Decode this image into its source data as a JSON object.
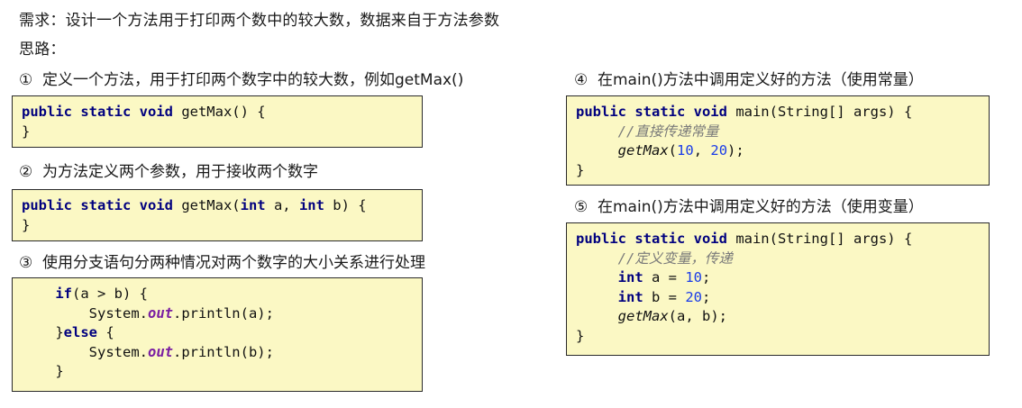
{
  "requirement": "需求：设计一个方法用于打印两个数中的较大数，数据来自于方法参数",
  "approach_label": "思路：",
  "steps": [
    {
      "num": "①",
      "text": "定义一个方法，用于打印两个数字中的较大数，例如getMax()"
    },
    {
      "num": "②",
      "text": "为方法定义两个参数，用于接收两个数字"
    },
    {
      "num": "③",
      "text": "使用分支语句分两种情况对两个数字的大小关系进行处理"
    },
    {
      "num": "④",
      "text": "在main()方法中调用定义好的方法（使用常量）"
    },
    {
      "num": "⑤",
      "text": "在main()方法中调用定义好的方法（使用变量）"
    }
  ],
  "code1": {
    "kw": "public static void",
    "sig": " getMax() {",
    "close": "}"
  },
  "code2": {
    "kw": "public static void",
    "sig_a": " getMax(",
    "int1": "int",
    "sig_b": " a, ",
    "int2": "int",
    "sig_c": " b) {",
    "close": "}"
  },
  "code3": {
    "if_kw": "if",
    "if_rest": "(a > b) {",
    "sys1": "System.",
    "out1": "out",
    "print1": ".println(a);",
    "else_pre": "}",
    "else_kw": "else",
    "else_rest": " {",
    "sys2": "System.",
    "out2": "out",
    "print2": ".println(b);",
    "close": "}"
  },
  "code4": {
    "kw": "public static void",
    "sig": " main(String[] args) {",
    "comment": "//直接传递常量",
    "call": "getMax",
    "args_a": "(",
    "n1": "10",
    "args_b": ", ",
    "n2": "20",
    "args_c": ");",
    "close": "}"
  },
  "code5": {
    "kw": "public static void",
    "sig": " main(String[] args) {",
    "comment": "//定义变量，传递",
    "int1": "int",
    "a_assign": " a = ",
    "n1": "10",
    "semi1": ";",
    "int2": "int",
    "b_assign": " b = ",
    "n2": "20",
    "semi2": ";",
    "call": "getMax",
    "call_args": "(a, b);",
    "close": "}"
  }
}
